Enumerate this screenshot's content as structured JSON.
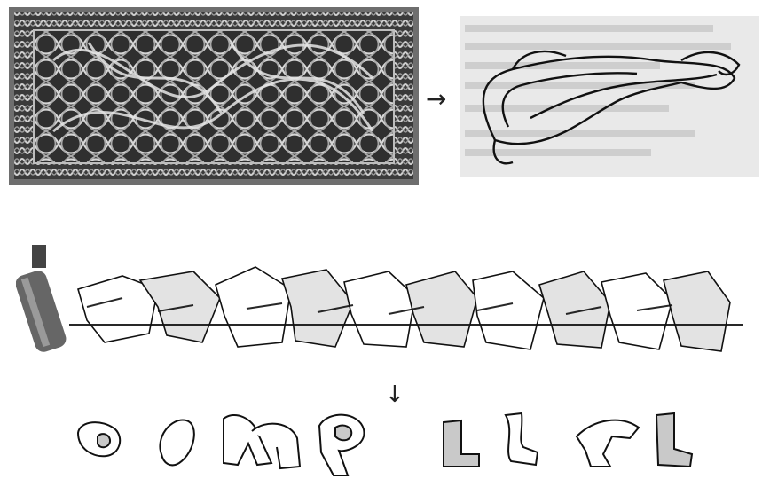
{
  "figure": {
    "relief_panel": {
      "icon": "celtic-knotwork-panel"
    },
    "interlace_creature": {
      "icon": "interlace-beast-outline"
    },
    "graffiti_strip": {
      "icon": "graffiti-lettering-with-spray-can"
    },
    "extracted_letters": {
      "icons": [
        "letter-g-shape",
        "letter-o-shape",
        "letter-n-shape",
        "letter-p-shape",
        "letter-l-shape",
        "letter-l-shape",
        "letter-t-shape",
        "letter-l-shape"
      ]
    },
    "arrows": [
      "arrow-right-icon",
      "arrow-down-icon"
    ]
  },
  "colors": {
    "relief_dark": "#2b2b2b",
    "relief_mid": "#6e6e6e",
    "relief_light": "#d9d9d9",
    "paper": "#e9e9e9",
    "ink": "#111111",
    "letter_fill": "#c9c9c9"
  }
}
